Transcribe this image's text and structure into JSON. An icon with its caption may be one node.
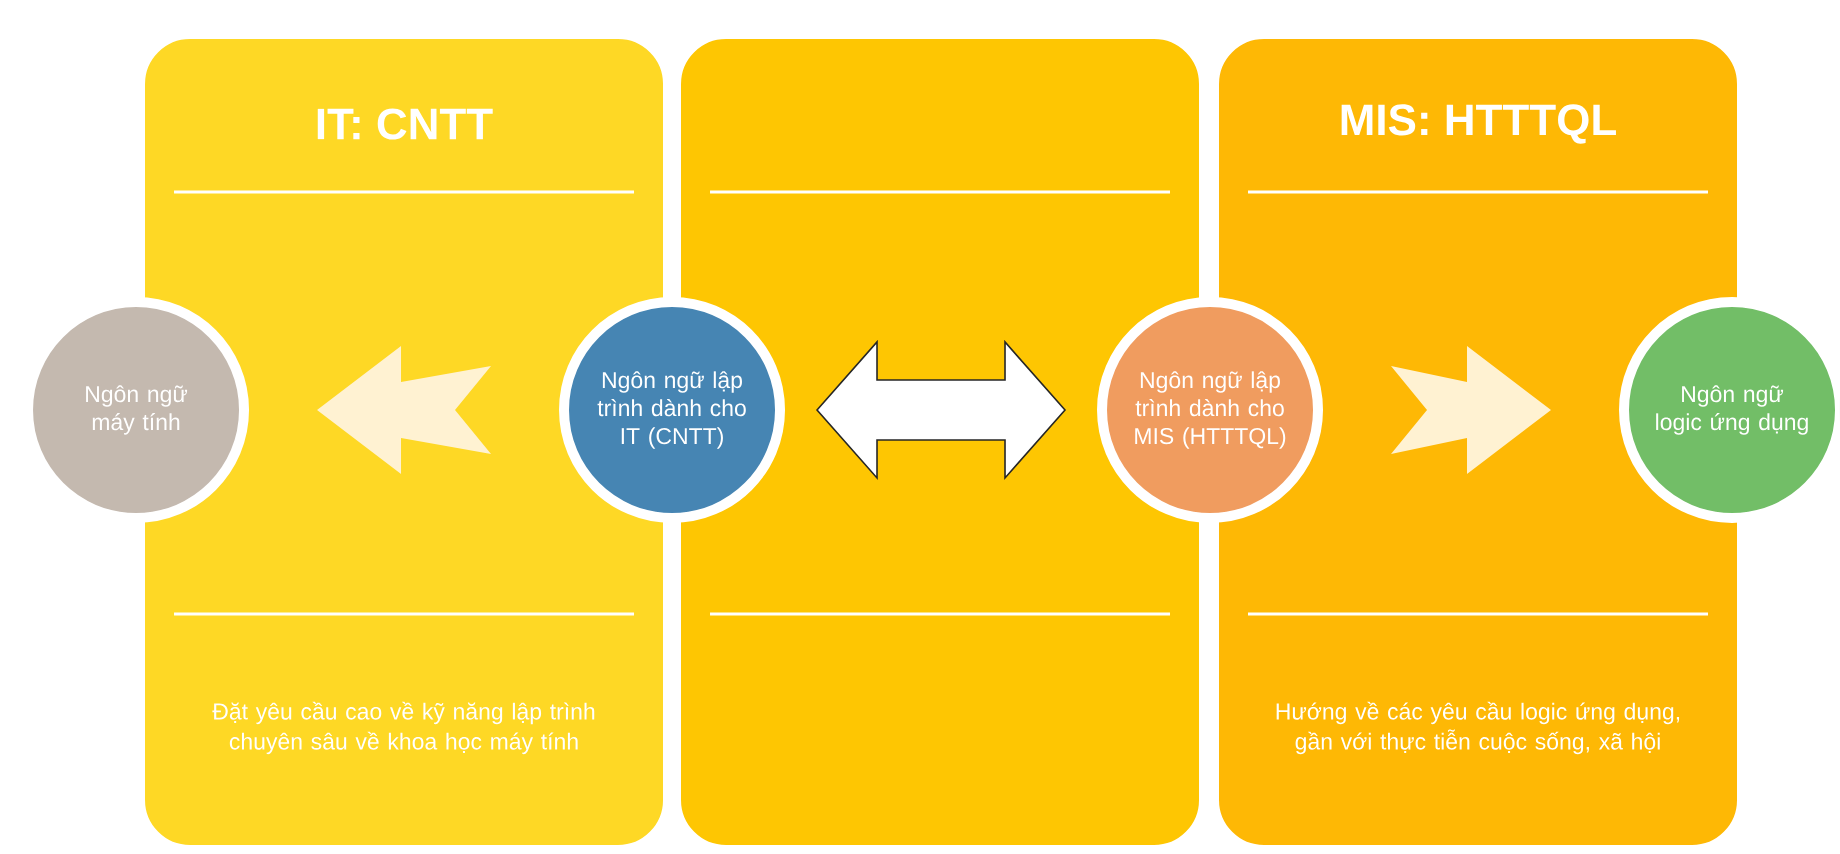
{
  "diagram": {
    "nodes": [
      {
        "text": [
          "IT: CNTT",
          "Đặt yêu cầu cao về kỹ năng lập trình chuyên sâu về khoa học máy tính"
        ]
      },
      {
        "text": [],
        "shape": "box"
      },
      {
        "text": [
          "MIS: HTTTQL",
          "Hướng về các yêu cầu logic ứng dụng, gần với thực tiễn cuộc sống, xã hội"
        ]
      },
      {
        "text": [
          "Ngôn ngữ máy tính"
        ]
      },
      {
        "text": [
          "Ngôn ngữ lập trình dành cho IT (CNTT)"
        ]
      },
      {
        "text": [
          "Ngôn ngữ lập trình dành cho MIS (HTTTQL)"
        ]
      },
      {
        "text": [
          "Ngôn ngữ logic ứng dụng"
        ]
      }
    ],
    "edges": [
      {
        "from": 4,
        "to": 3,
        "arrow": "to"
      },
      {
        "from": 4,
        "to": 5,
        "arrow": "both",
        "color": "#ffffff"
      },
      {
        "from": 5,
        "to": 6,
        "arrow": "to"
      }
    ]
  }
}
